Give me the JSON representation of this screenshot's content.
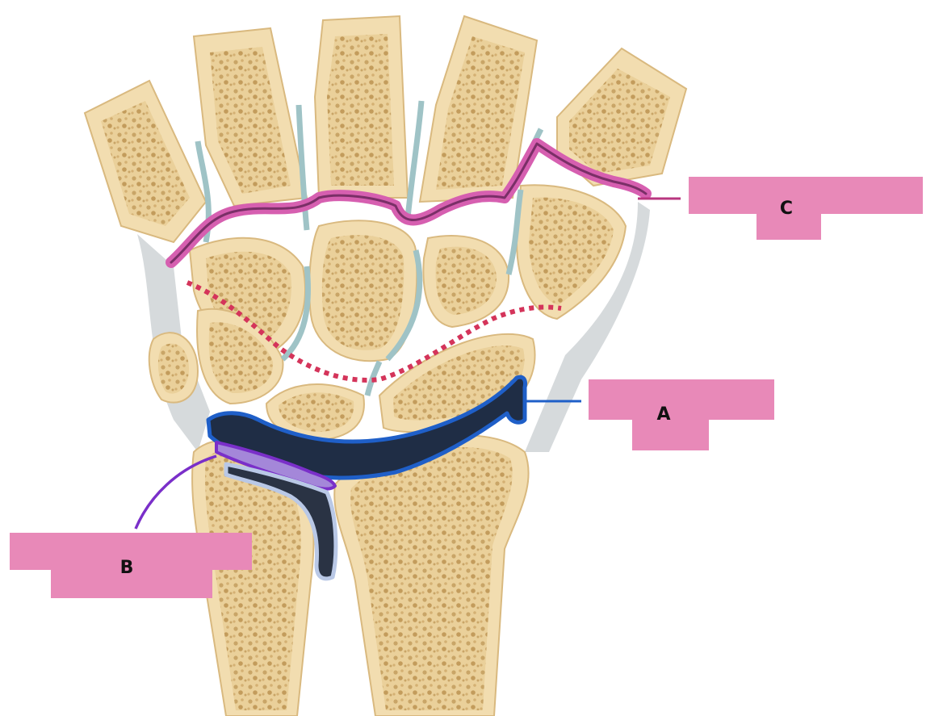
{
  "labels": {
    "a": "A",
    "b": "B",
    "c": "C"
  },
  "colors": {
    "bone": "#f2ddb0",
    "midcarpal_joint": "#d65fb0",
    "radiocarpal_joint": "#1f5fc8",
    "radiocarpal_fill": "#1f2d45",
    "distal_radioulnar_joint": "#7a2fc9",
    "label_box": "#e889b8",
    "dotted_line": "#d4345a"
  }
}
